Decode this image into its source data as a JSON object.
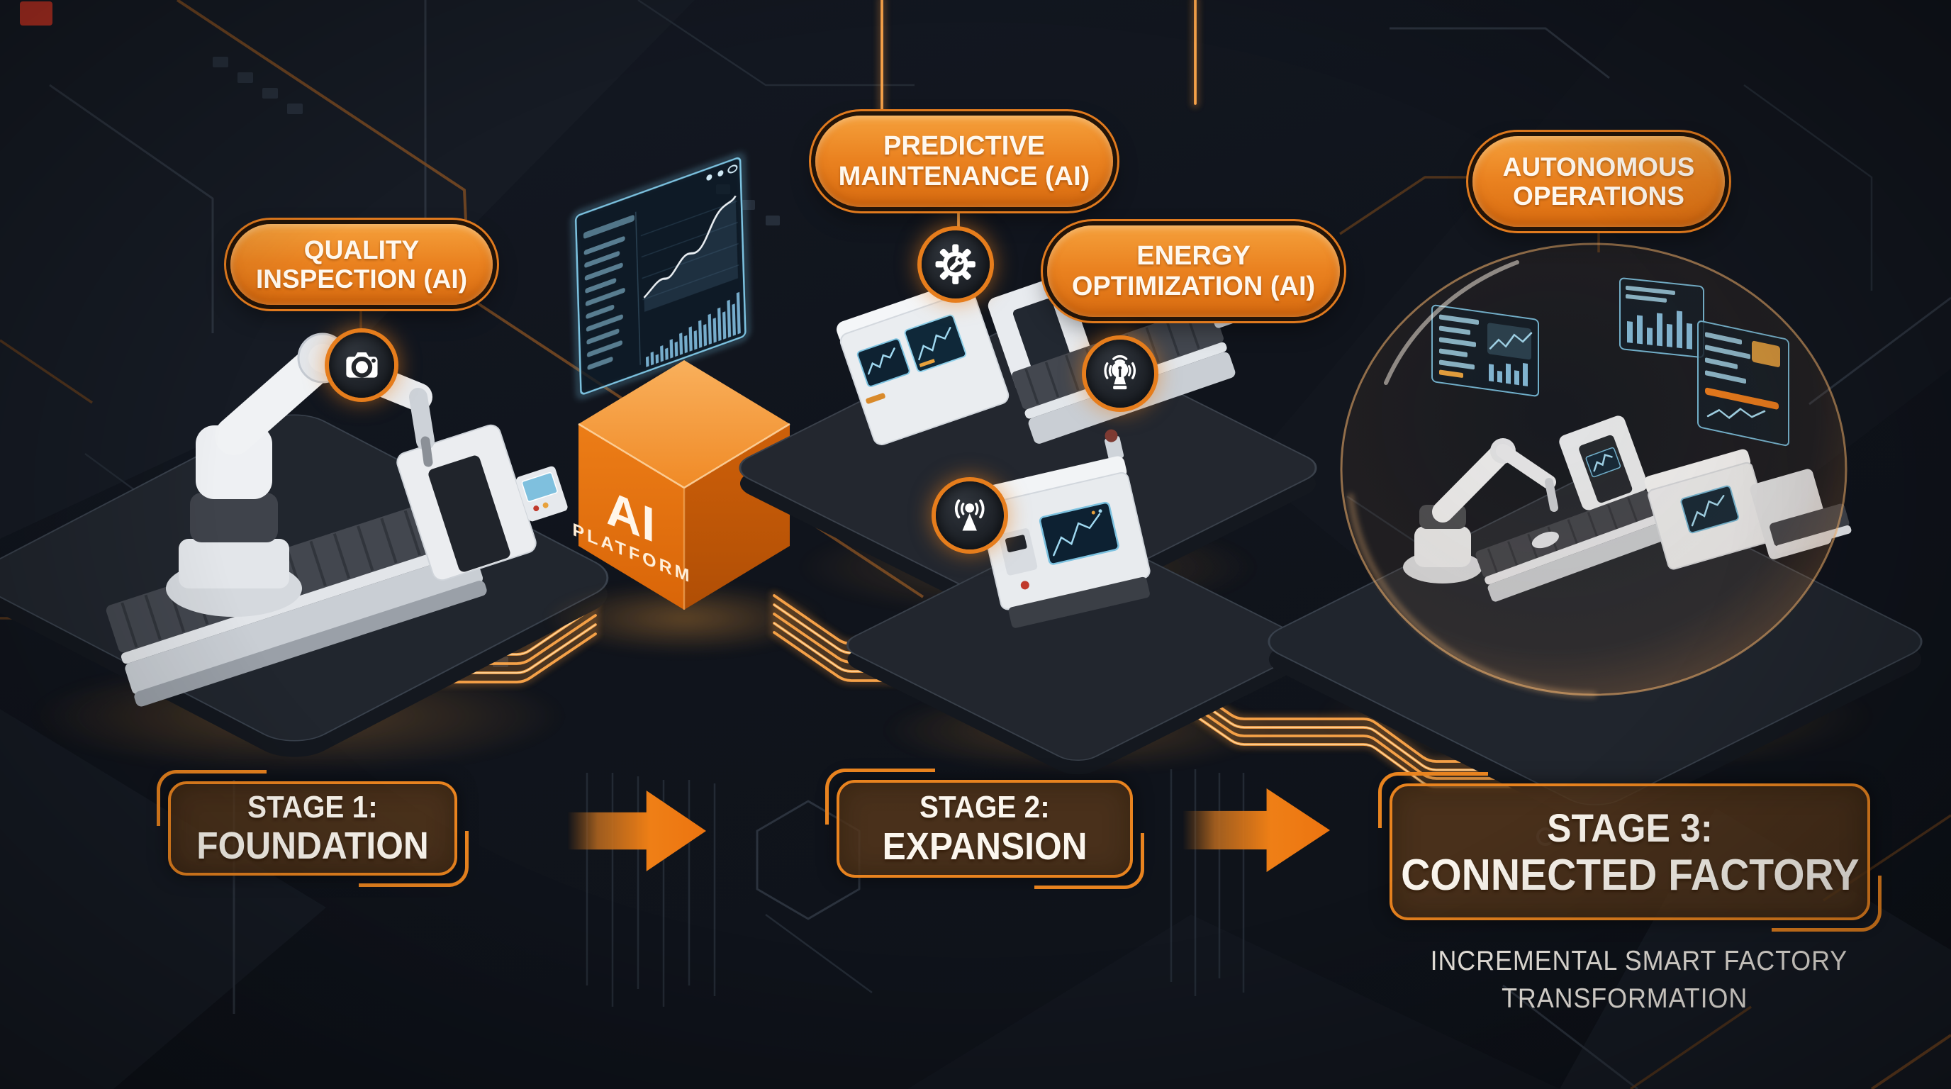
{
  "caption": {
    "line1": "INCREMENTAL SMART FACTORY",
    "line2": "TRANSFORMATION"
  },
  "platform_cube": {
    "line1": "AI",
    "line2": "PLATFORM"
  },
  "feature_badges": {
    "quality": {
      "line1": "QUALITY",
      "line2": "INSPECTION (AI)"
    },
    "predictive": {
      "line1": "PREDICTIVE",
      "line2": "MAINTENANCE (AI)"
    },
    "energy": {
      "line1": "ENERGY",
      "line2": "OPTIMIZATION (AI)"
    },
    "autonomous": {
      "line1": "AUTONOMOUS",
      "line2": "OPERATIONS"
    }
  },
  "stages": {
    "stage1": {
      "line1": "STAGE 1:",
      "line2": "FOUNDATION"
    },
    "stage2": {
      "line1": "STAGE 2:",
      "line2": "EXPANSION"
    },
    "stage3": {
      "line1": "STAGE 3:",
      "line2": "CONNECTED FACTORY"
    }
  },
  "icons": {
    "stage1": "camera-icon",
    "stage2_top": "gear-wrench-icon",
    "stage2_energy": "smart-bulb-wireless-icon",
    "stage2_bottom": "antenna-broadcast-icon"
  },
  "colors": {
    "background": "#11151C",
    "accent_orange": "#E87818",
    "badge_gradient_top": "#F5A03B",
    "badge_gradient_bottom": "#D96C10",
    "glow_core": "#F5A148",
    "glow_highlight": "#FFE2B2",
    "stage_box_fill": "rgba(88,56,28,0.8)",
    "screen_cyan": "#9FD8F0",
    "machine_white": "#EAEDF0",
    "text_white": "#FFF8EE"
  }
}
